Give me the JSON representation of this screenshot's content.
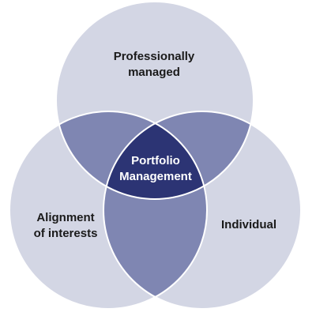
{
  "circles": {
    "top": {
      "label_lines": [
        "Professionally",
        "managed"
      ]
    },
    "left": {
      "label_lines": [
        "Alignment",
        "of interests"
      ]
    },
    "right": {
      "label_lines": [
        "Individual"
      ]
    }
  },
  "center": {
    "label_lines": [
      "Portfolio",
      "Management"
    ]
  },
  "colors": {
    "circle_fill": "#d3d6e4",
    "circle_stroke": "#ffffff",
    "pair_overlap": "#7f86b2",
    "center_overlap": "#2c3474",
    "label_text": "#1a1a1a",
    "center_text": "#ffffff"
  }
}
